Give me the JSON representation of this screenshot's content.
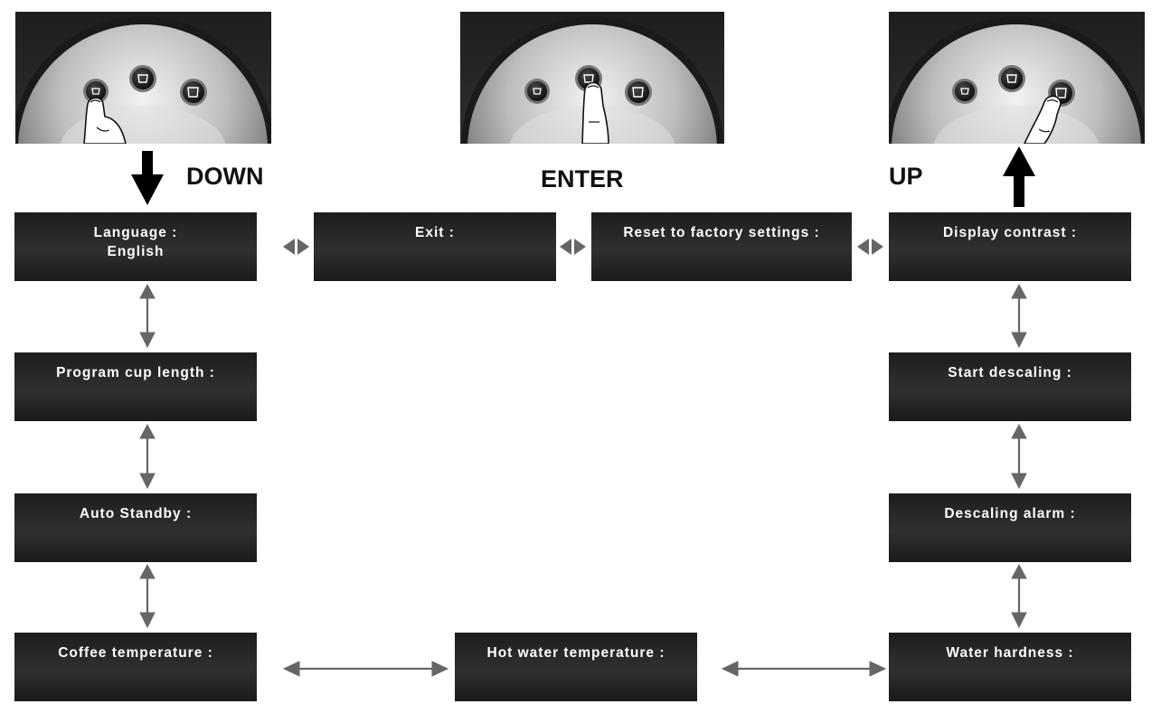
{
  "controls": {
    "down_label": "DOWN",
    "enter_label": "ENTER",
    "up_label": "UP"
  },
  "menu": {
    "language": {
      "title": "Language :",
      "value": "English"
    },
    "exit": {
      "title": "Exit :"
    },
    "reset": {
      "title": "Reset to factory settings :"
    },
    "display_contrast": {
      "title": "Display contrast :"
    },
    "program_cup_length": {
      "title": "Program cup length :"
    },
    "start_descaling": {
      "title": "Start descaling :"
    },
    "auto_standby": {
      "title": "Auto Standby :"
    },
    "descaling_alarm": {
      "title": "Descaling alarm :"
    },
    "coffee_temperature": {
      "title": "Coffee temperature :"
    },
    "hot_water_temperature": {
      "title": "Hot water temperature :"
    },
    "water_hardness": {
      "title": "Water hardness :"
    }
  },
  "colors": {
    "box_dark": "#1d1d1d",
    "box_mid": "#303030",
    "connector_gray": "#666666",
    "arrow_black": "#000000"
  },
  "icons": {
    "button_panel": "espresso-button-panel",
    "finger": "pointing-finger-icon",
    "cup_small": "small-cup-icon",
    "cup_medium": "medium-cup-icon",
    "cup_large": "large-cup-icon"
  }
}
